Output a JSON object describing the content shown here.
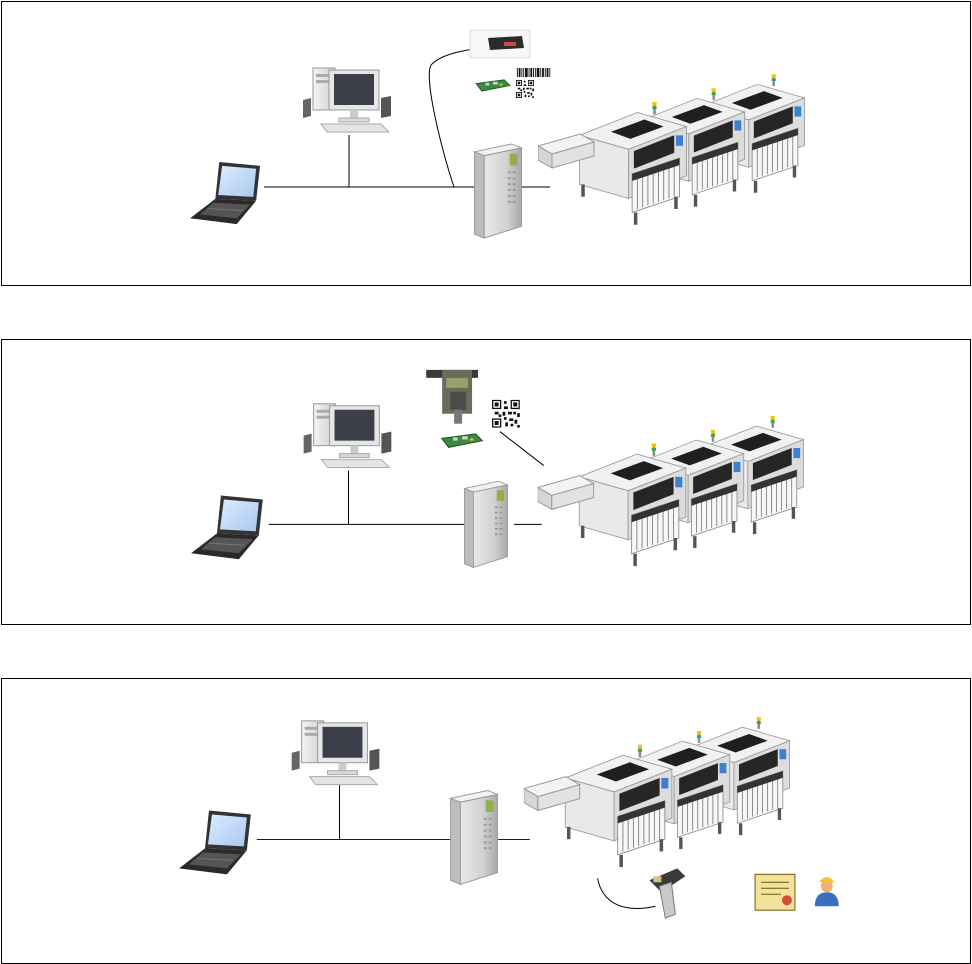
{
  "diagram": {
    "panels": [
      {
        "id": "panel-1",
        "nodes": [
          "laptop",
          "desktop-pc",
          "server",
          "laser-barcode-scanner",
          "pcb-board",
          "barcode",
          "2d-code",
          "placement-machine-line"
        ]
      },
      {
        "id": "panel-2",
        "nodes": [
          "laptop",
          "desktop-pc",
          "server",
          "placement-head-camera",
          "pcb-board",
          "2d-code",
          "placement-machine-line"
        ]
      },
      {
        "id": "panel-3",
        "nodes": [
          "laptop",
          "desktop-pc",
          "server",
          "handheld-barcode-scanner",
          "certificate-document",
          "operator",
          "placement-machine-line"
        ]
      }
    ]
  }
}
